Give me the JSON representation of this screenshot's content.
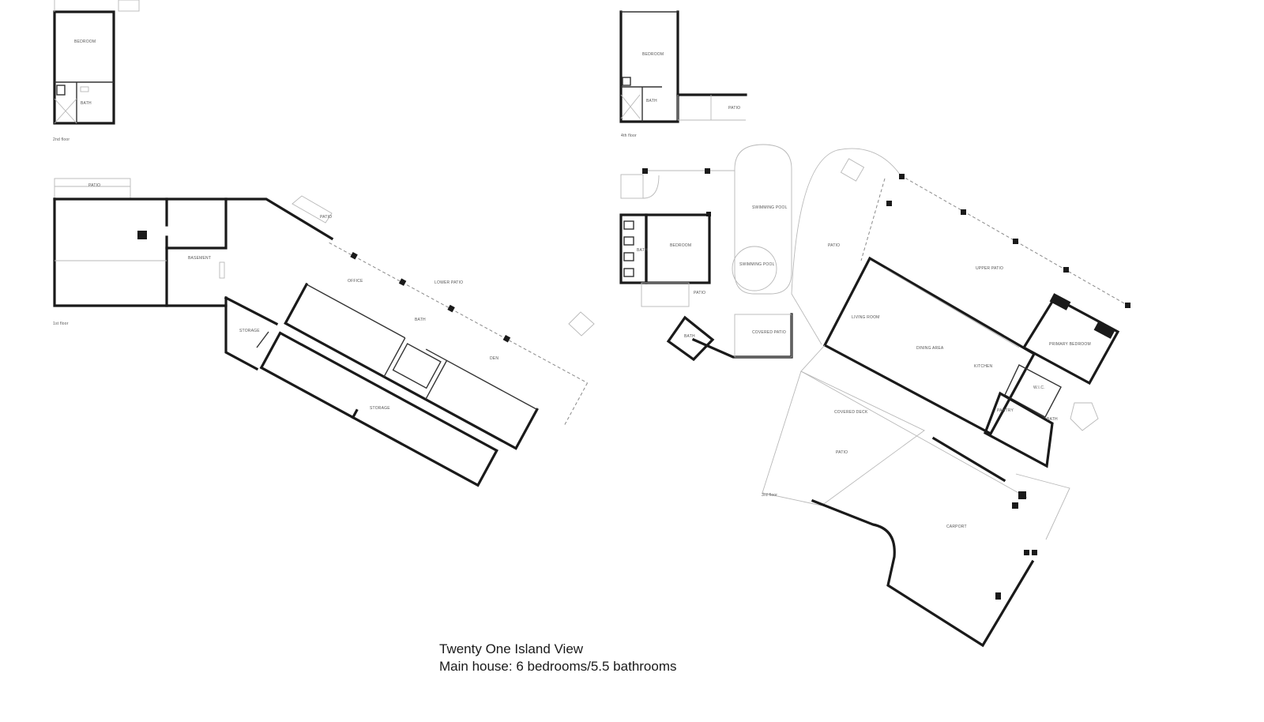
{
  "caption": {
    "title": "Twenty One Island View",
    "subtitle": "Main house: 6 bedrooms/5.5 bathrooms"
  },
  "labels": {
    "bedroom_left_upper": "BEDROOM",
    "bath_left_upper": "BATH",
    "floor_2nd": "2nd floor",
    "bedroom_right_upper": "BEDROOM",
    "bath_right_upper": "BATH",
    "patio_right_upper": "PATIO",
    "floor_4th": "4th floor",
    "patio_left": "PATIO",
    "basement": "BASEMENT",
    "patio_small": "PATIO",
    "office": "OFFICE",
    "lower_patio": "LOWER PATIO",
    "bath_lower": "BATH",
    "den": "DEN",
    "storage_small": "STORAGE",
    "storage_long": "STORAGE",
    "floor_1st": "1st floor",
    "swimming_pool": "SWIMMING POOL",
    "swimming_pool_2": "SWIMMING POOL",
    "bedroom_main": "BEDROOM",
    "bath_main": "BATH",
    "patio_main_small": "PATIO",
    "bath_gazebo": "BATH",
    "covered_patio": "COVERED PATIO",
    "patio_center": "PATIO",
    "living_room": "LIVING ROOM",
    "dining_area": "DINING AREA",
    "kitchen": "KITCHEN",
    "upper_patio": "UPPER PATIO",
    "primary_bedroom": "PRIMARY BEDROOM",
    "wic": "W.I.C.",
    "pantry": "PANTRY",
    "bath_primary": "BATH",
    "covered_deck": "COVERED DECK",
    "patio_lower_main": "PATIO",
    "carport": "CARPORT",
    "floor_3rd": "3rd floor"
  }
}
